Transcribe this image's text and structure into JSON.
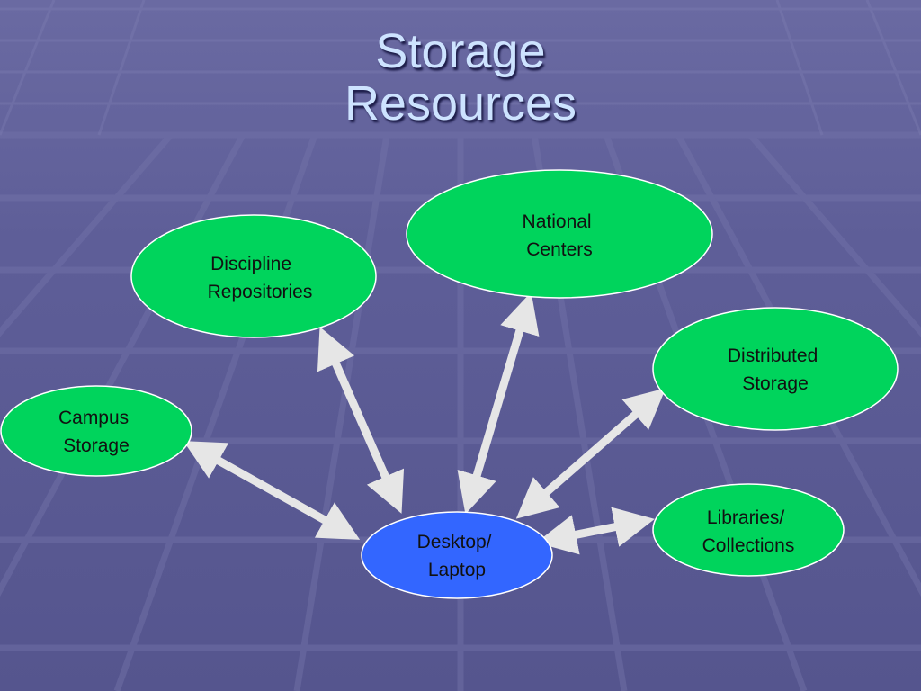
{
  "slide": {
    "title_line1": "Storage",
    "title_line2": "Resources"
  },
  "nodes": {
    "national_centers": [
      "National",
      "Centers"
    ],
    "discipline_repositories": [
      "Discipline",
      "Repositories"
    ],
    "distributed_storage": [
      "Distributed",
      "Storage"
    ],
    "campus_storage": [
      "Campus",
      "Storage"
    ],
    "libraries_collections": [
      "Libraries/",
      "Collections"
    ],
    "desktop_laptop": [
      "Desktop/",
      "Laptop"
    ]
  },
  "colors": {
    "peripheral_node": "#00d45c",
    "central_node": "#3366ff",
    "arrow": "#e6e6e6",
    "title": "#cde3ff"
  }
}
